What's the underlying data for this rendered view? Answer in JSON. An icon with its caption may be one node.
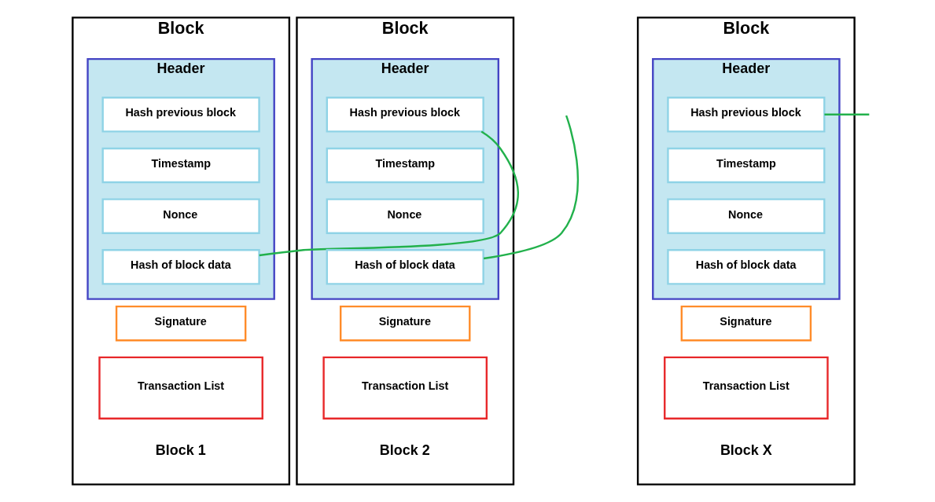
{
  "diagram": {
    "nodes": [
      {
        "text": [
          "Block",
          "Block 1"
        ]
      },
      {
        "text": [
          "Header"
        ],
        "in": 0
      },
      {
        "text": [
          "Hash previous block"
        ],
        "in": 1
      },
      {
        "text": [
          "Timestamp"
        ],
        "in": 1
      },
      {
        "text": [
          "Nonce"
        ],
        "in": 1
      },
      {
        "text": [
          "Hash of block data"
        ],
        "in": 1
      },
      {
        "text": [
          "Signature"
        ],
        "in": 0
      },
      {
        "text": [
          "Transaction List"
        ],
        "in": 0
      },
      {
        "text": [
          "Block",
          "Block 2"
        ]
      },
      {
        "text": [
          "Header"
        ],
        "in": 8
      },
      {
        "text": [
          "Hash previous block"
        ],
        "in": 9
      },
      {
        "text": [
          "Timestamp"
        ],
        "in": 9
      },
      {
        "text": [
          "Nonce"
        ],
        "in": 9
      },
      {
        "text": [
          "Hash of block data"
        ],
        "in": 9
      },
      {
        "text": [
          "Signature"
        ],
        "in": 8
      },
      {
        "text": [
          "Transaction List"
        ],
        "in": 8
      },
      {
        "text": [
          "Block",
          "Block X"
        ]
      },
      {
        "text": [
          "Header"
        ],
        "in": 16
      },
      {
        "text": [
          "Hash previous block"
        ],
        "in": 17
      },
      {
        "text": [
          "Timestamp"
        ],
        "in": 17
      },
      {
        "text": [
          "Nonce"
        ],
        "in": 17
      },
      {
        "text": [
          "Hash of block data"
        ],
        "in": 17
      },
      {
        "text": [
          "Signature"
        ],
        "in": 16
      },
      {
        "text": [
          "Transaction List"
        ],
        "in": 16
      }
    ],
    "edges": [
      {
        "from": 5,
        "to": 10,
        "arrow": "none"
      },
      {
        "from": 13,
        "to": null,
        "arrow": "none"
      },
      {
        "from": null,
        "to": 18,
        "arrow": "none"
      }
    ]
  }
}
